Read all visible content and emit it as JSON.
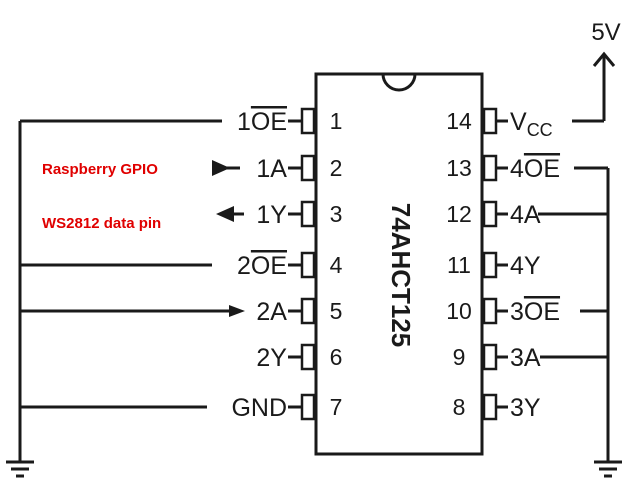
{
  "chip": {
    "name": "74AHCT125",
    "pins_left": [
      {
        "number": "1",
        "label": "1OE",
        "prefix": "1",
        "core": "OE",
        "overline": true
      },
      {
        "number": "2",
        "label": "1A",
        "prefix": "",
        "core": "1A",
        "overline": false
      },
      {
        "number": "3",
        "label": "1Y",
        "prefix": "",
        "core": "1Y",
        "overline": false
      },
      {
        "number": "4",
        "label": "2OE",
        "prefix": "2",
        "core": "OE",
        "overline": true
      },
      {
        "number": "5",
        "label": "2A",
        "prefix": "",
        "core": "2A",
        "overline": false
      },
      {
        "number": "6",
        "label": "2Y",
        "prefix": "",
        "core": "2Y",
        "overline": false
      },
      {
        "number": "7",
        "label": "GND",
        "prefix": "",
        "core": "GND",
        "overline": false
      }
    ],
    "pins_right": [
      {
        "number": "14",
        "label": "VCC",
        "prefix": "",
        "core": "V",
        "sub": "CC",
        "overline": false
      },
      {
        "number": "13",
        "label": "4OE",
        "prefix": "4",
        "core": "OE",
        "overline": true
      },
      {
        "number": "12",
        "label": "4A",
        "prefix": "",
        "core": "4A",
        "overline": false
      },
      {
        "number": "11",
        "label": "4Y",
        "prefix": "",
        "core": "4Y",
        "overline": false
      },
      {
        "number": "10",
        "label": "3OE",
        "prefix": "3",
        "core": "OE",
        "overline": true
      },
      {
        "number": "9",
        "label": "3A",
        "prefix": "",
        "core": "3A",
        "overline": false
      },
      {
        "number": "8",
        "label": "3Y",
        "prefix": "",
        "core": "3Y",
        "overline": false
      }
    ]
  },
  "power": {
    "label": "5V"
  },
  "annotations": {
    "gpio": "Raspberry GPIO",
    "ws2812": "WS2812 data pin"
  },
  "colors": {
    "annotation": "#e00000",
    "line": "#1a1a1a",
    "background": "#ffffff"
  }
}
